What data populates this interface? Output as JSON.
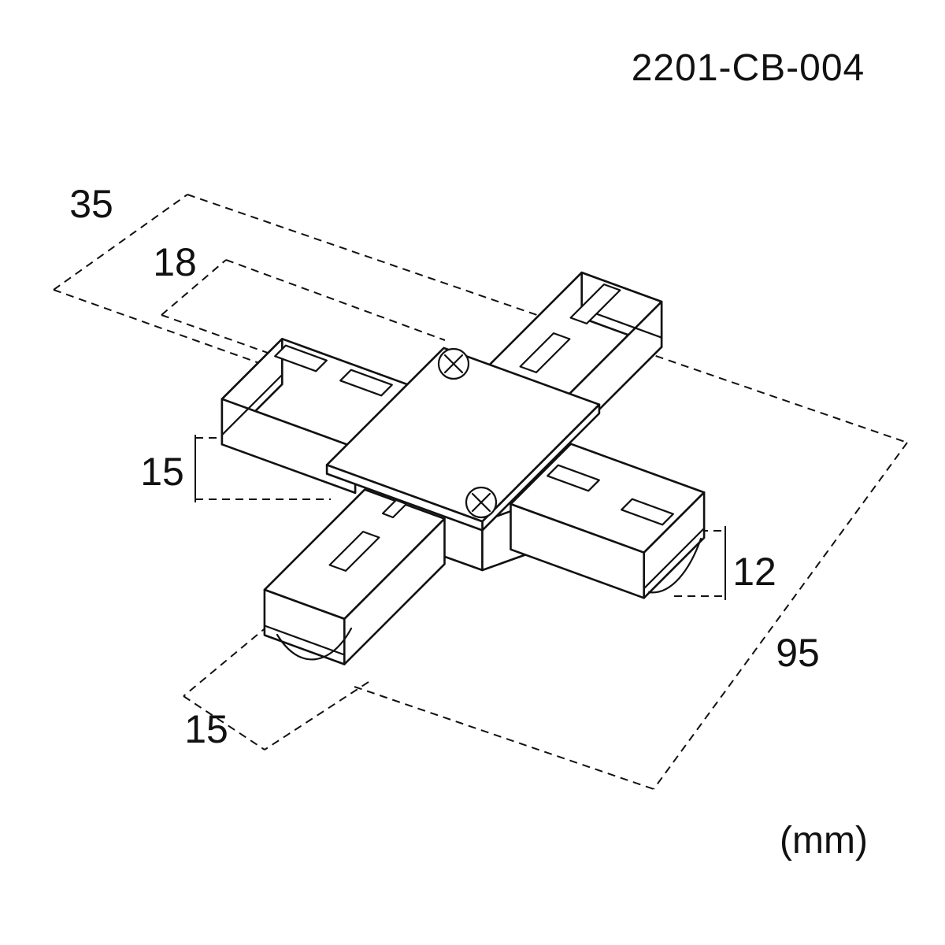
{
  "page": {
    "background_color": "#ffffff",
    "line_color": "#111111",
    "description_type": "isometric technical drawing of a cross track connector"
  },
  "header": {
    "part_number": "2201-CB-004"
  },
  "footer": {
    "unit": "(mm)"
  },
  "dimensions": {
    "overall_width": "35",
    "slot_width": "18",
    "body_height": "15",
    "arm_height": "12",
    "overall_length": "95",
    "arm_length": "15"
  }
}
